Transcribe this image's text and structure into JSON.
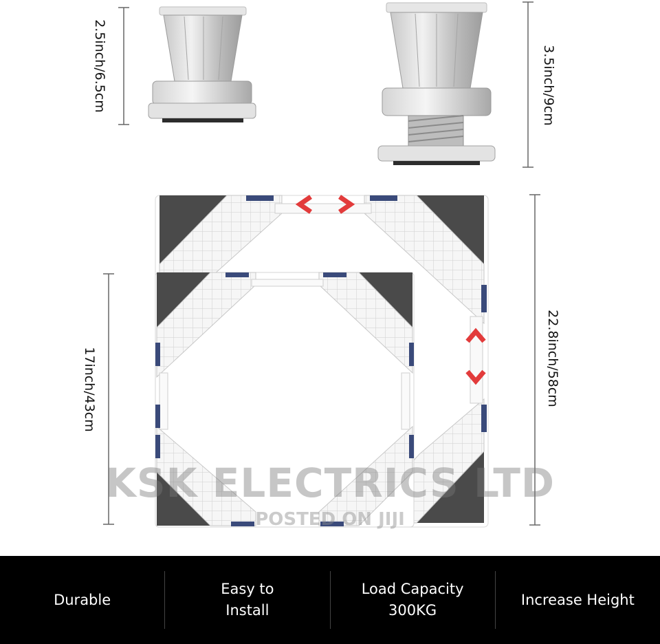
{
  "dimensions": {
    "short_foot": "2.5inch/6.5cm",
    "tall_foot": "3.5inch/9cm",
    "large_frame": "22.8inch/58cm",
    "small_frame": "17inch/43cm"
  },
  "watermark": {
    "main": "KSK ELECTRICS LTD",
    "sub": "POSTED ON JIJI"
  },
  "features": [
    {
      "label": "Durable"
    },
    {
      "label": "Easy to\nInstall"
    },
    {
      "label": "Load Capacity\n300KG"
    },
    {
      "label": "Increase Height"
    }
  ],
  "colors": {
    "frame_plastic": "#f4f4f4",
    "corner_pad": "#4a4a4a",
    "arrow_red": "#e23b3b",
    "feature_bar": "#000000"
  }
}
